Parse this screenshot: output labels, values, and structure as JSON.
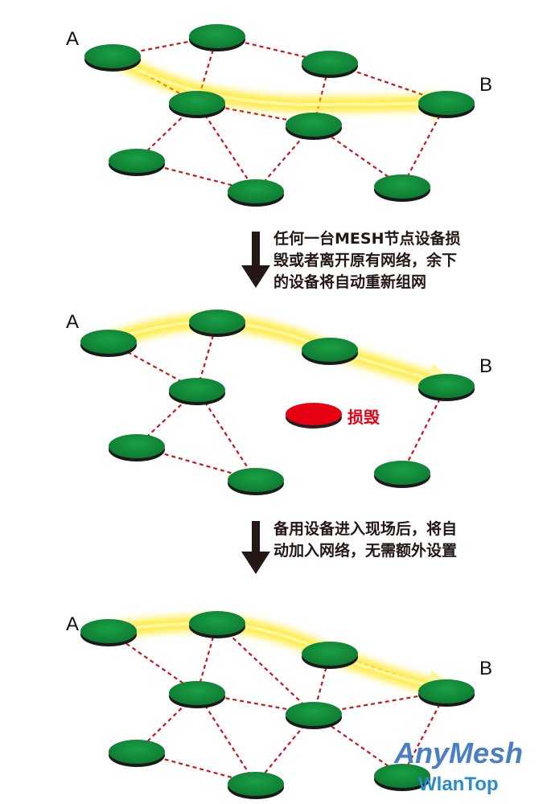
{
  "labels": {
    "a": "A",
    "b": "B"
  },
  "captions": {
    "step1": [
      "任何一台MESH节点设备损",
      "毁或者离开原有网络，余下",
      "的设备将自动重新组网"
    ],
    "step2": [
      "备用设备进入现场后，将自",
      "动加入网络，无需额外设置"
    ]
  },
  "broken_label": "损毁",
  "logo": {
    "primary": "AnyMesh",
    "secondary": "WlanTop"
  },
  "colors": {
    "node": "#0f8a37",
    "node_edge": "#1a1a1a",
    "link": "#c8161d",
    "path": "#ffe400",
    "broken": "#e50012",
    "arrow": "#231815"
  }
}
